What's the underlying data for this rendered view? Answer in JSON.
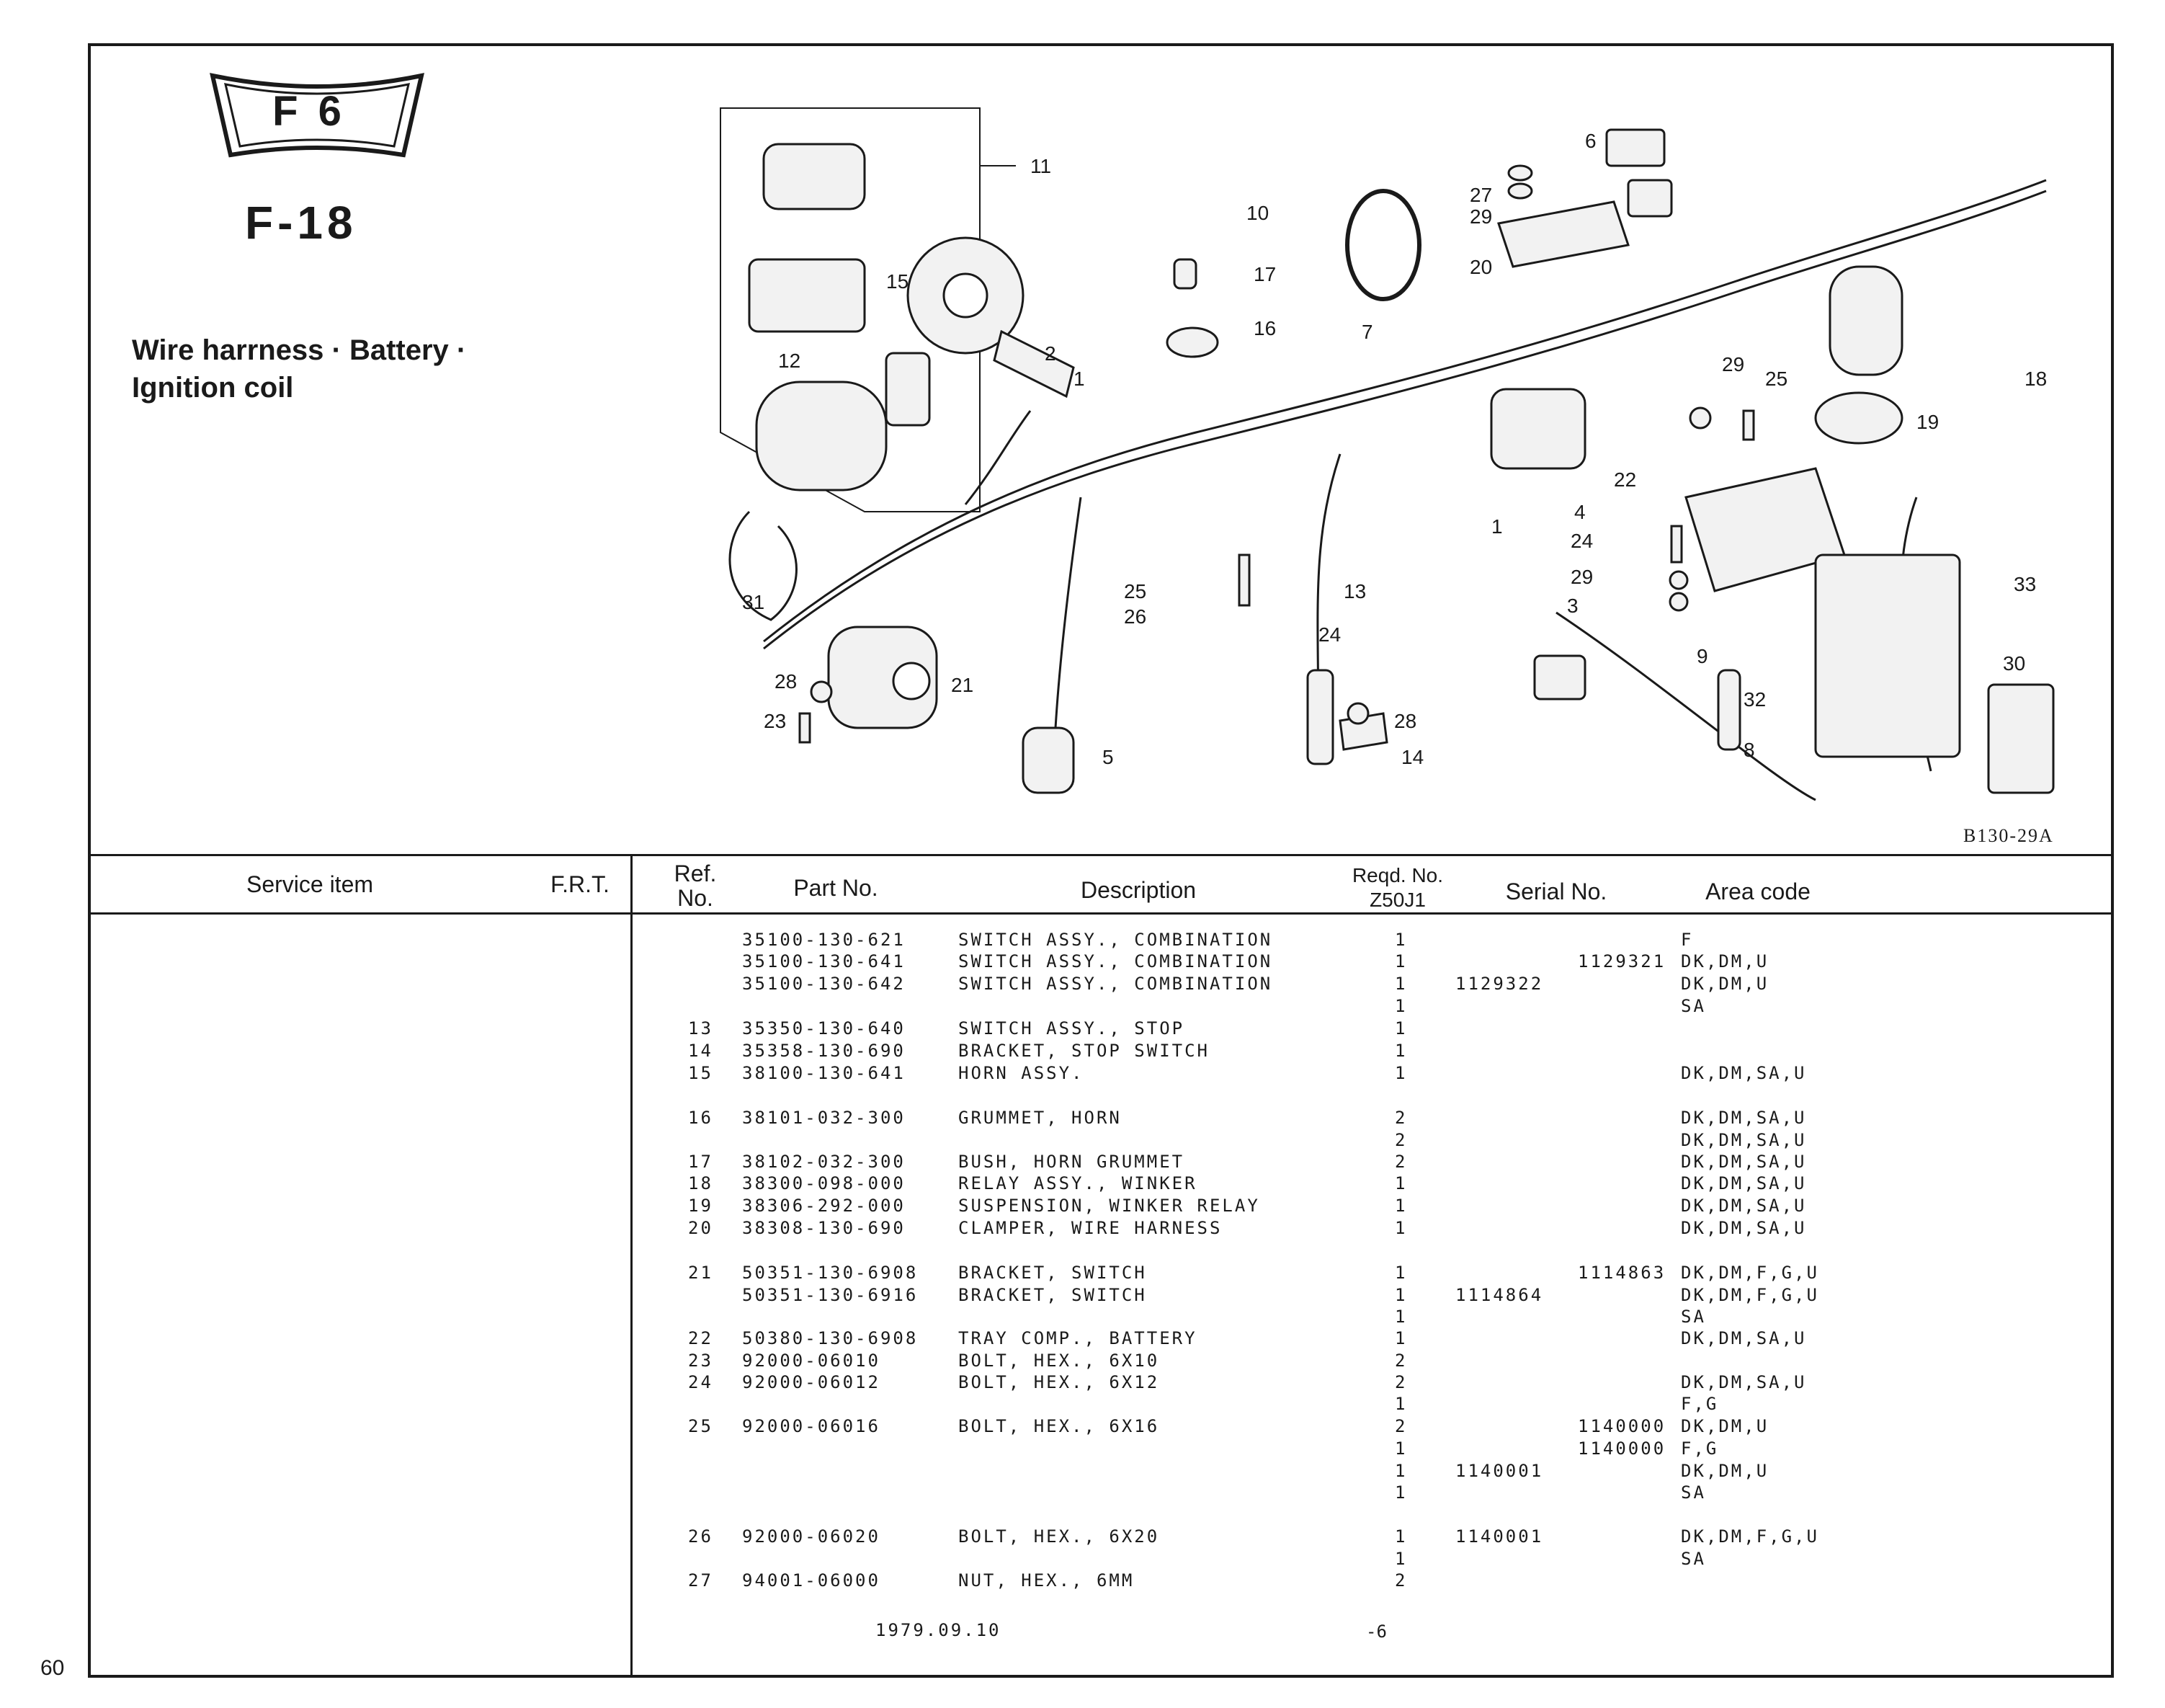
{
  "page_number": "60",
  "badge": "F6",
  "figure_number": "F-18",
  "title_line1": "Wire  harrness · Battery ·",
  "title_line2": "Ignition coil",
  "diagram_code": "B130-29A",
  "callouts": [
    "1",
    "2",
    "3",
    "4",
    "5",
    "6",
    "7",
    "8",
    "9",
    "10",
    "11",
    "12",
    "13",
    "14",
    "15",
    "16",
    "17",
    "18",
    "19",
    "20",
    "21",
    "22",
    "23",
    "24",
    "25",
    "26",
    "27",
    "28",
    "29",
    "30",
    "31",
    "32",
    "33"
  ],
  "headers": {
    "service_item": "Service item",
    "frt": "F.R.T.",
    "ref_no_1": "Ref.",
    "ref_no_2": "No.",
    "part_no": "Part No.",
    "description": "Description",
    "reqd_1": "Reqd. No.",
    "reqd_2": "Z50J1",
    "serial_no": "Serial No.",
    "area_code": "Area code"
  },
  "rows": [
    {
      "ref": "",
      "part": "35100-130-621",
      "desc": "SWITCH ASSY., COMBINATION",
      "qty": "1",
      "serial_from": "",
      "serial_to": "",
      "area": "F"
    },
    {
      "ref": "",
      "part": "35100-130-641",
      "desc": "SWITCH ASSY., COMBINATION",
      "qty": "1",
      "serial_from": "",
      "serial_to": "1129321",
      "area": "DK,DM,U"
    },
    {
      "ref": "",
      "part": "35100-130-642",
      "desc": "SWITCH ASSY., COMBINATION",
      "qty": "1",
      "serial_from": "1129322",
      "serial_to": "",
      "area": "DK,DM,U"
    },
    {
      "ref": "",
      "part": "",
      "desc": "",
      "qty": "1",
      "serial_from": "",
      "serial_to": "",
      "area": "SA"
    },
    {
      "ref": "13",
      "part": "35350-130-640",
      "desc": "SWITCH ASSY., STOP",
      "qty": "1",
      "serial_from": "",
      "serial_to": "",
      "area": ""
    },
    {
      "ref": "14",
      "part": "35358-130-690",
      "desc": "BRACKET, STOP SWITCH",
      "qty": "1",
      "serial_from": "",
      "serial_to": "",
      "area": ""
    },
    {
      "ref": "15",
      "part": "38100-130-641",
      "desc": "HORN ASSY.",
      "qty": "1",
      "serial_from": "",
      "serial_to": "",
      "area": "DK,DM,SA,U"
    },
    {
      "ref": "16",
      "part": "38101-032-300",
      "desc": "GRUMMET, HORN",
      "qty": "2",
      "serial_from": "",
      "serial_to": "",
      "area": "DK,DM,SA,U"
    },
    {
      "ref": "",
      "part": "",
      "desc": "",
      "qty": "2",
      "serial_from": "",
      "serial_to": "",
      "area": "DK,DM,SA,U"
    },
    {
      "ref": "17",
      "part": "38102-032-300",
      "desc": "BUSH, HORN GRUMMET",
      "qty": "2",
      "serial_from": "",
      "serial_to": "",
      "area": "DK,DM,SA,U"
    },
    {
      "ref": "18",
      "part": "38300-098-000",
      "desc": "RELAY ASSY., WINKER",
      "qty": "1",
      "serial_from": "",
      "serial_to": "",
      "area": "DK,DM,SA,U"
    },
    {
      "ref": "19",
      "part": "38306-292-000",
      "desc": "SUSPENSION, WINKER RELAY",
      "qty": "1",
      "serial_from": "",
      "serial_to": "",
      "area": "DK,DM,SA,U"
    },
    {
      "ref": "20",
      "part": "38308-130-690",
      "desc": "CLAMPER, WIRE HARNESS",
      "qty": "1",
      "serial_from": "",
      "serial_to": "",
      "area": "DK,DM,SA,U"
    },
    {
      "ref": "21",
      "part": "50351-130-6908",
      "desc": "BRACKET, SWITCH",
      "qty": "1",
      "serial_from": "",
      "serial_to": "1114863",
      "area": "DK,DM,F,G,U"
    },
    {
      "ref": "",
      "part": "50351-130-6916",
      "desc": "BRACKET, SWITCH",
      "qty": "1",
      "serial_from": "1114864",
      "serial_to": "",
      "area": "DK,DM,F,G,U"
    },
    {
      "ref": "",
      "part": "",
      "desc": "",
      "qty": "1",
      "serial_from": "",
      "serial_to": "",
      "area": "SA"
    },
    {
      "ref": "22",
      "part": "50380-130-6908",
      "desc": "TRAY COMP., BATTERY",
      "qty": "1",
      "serial_from": "",
      "serial_to": "",
      "area": "DK,DM,SA,U"
    },
    {
      "ref": "23",
      "part": "92000-06010",
      "desc": "BOLT, HEX., 6X10",
      "qty": "2",
      "serial_from": "",
      "serial_to": "",
      "area": ""
    },
    {
      "ref": "24",
      "part": "92000-06012",
      "desc": "BOLT, HEX., 6X12",
      "qty": "2",
      "serial_from": "",
      "serial_to": "",
      "area": "DK,DM,SA,U"
    },
    {
      "ref": "",
      "part": "",
      "desc": "",
      "qty": "1",
      "serial_from": "",
      "serial_to": "",
      "area": "F,G"
    },
    {
      "ref": "25",
      "part": "92000-06016",
      "desc": "BOLT, HEX., 6X16",
      "qty": "2",
      "serial_from": "",
      "serial_to": "1140000",
      "area": "DK,DM,U"
    },
    {
      "ref": "",
      "part": "",
      "desc": "",
      "qty": "1",
      "serial_from": "",
      "serial_to": "1140000",
      "area": "F,G"
    },
    {
      "ref": "",
      "part": "",
      "desc": "",
      "qty": "1",
      "serial_from": "1140001",
      "serial_to": "",
      "area": "DK,DM,U"
    },
    {
      "ref": "",
      "part": "",
      "desc": "",
      "qty": "1",
      "serial_from": "",
      "serial_to": "",
      "area": "SA"
    },
    {
      "ref": "26",
      "part": "92000-06020",
      "desc": "BOLT, HEX., 6X20",
      "qty": "1",
      "serial_from": "1140001",
      "serial_to": "",
      "area": "DK,DM,F,G,U"
    },
    {
      "ref": "",
      "part": "",
      "desc": "",
      "qty": "1",
      "serial_from": "",
      "serial_to": "",
      "area": "SA"
    },
    {
      "ref": "27",
      "part": "94001-06000",
      "desc": "NUT, HEX., 6MM",
      "qty": "2",
      "serial_from": "",
      "serial_to": "",
      "area": ""
    }
  ],
  "footer_date": "1979.09.10",
  "footer_mark": "-6"
}
